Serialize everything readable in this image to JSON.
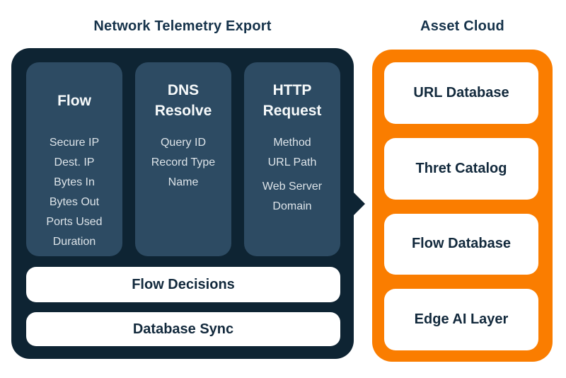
{
  "titles": {
    "left": "Network Telemetry Export",
    "right": "Asset Cloud"
  },
  "telemetry_panel": {
    "columns": [
      {
        "header": "Flow",
        "items": [
          "Secure IP",
          "Dest. IP",
          "Bytes In",
          "Bytes Out",
          "Ports Used",
          "Duration"
        ]
      },
      {
        "header": "DNS Resolve",
        "items": [
          "Query ID",
          "Record Type",
          "Name"
        ]
      },
      {
        "header": "HTTP Request",
        "items": [
          "Method",
          "URL Path",
          "Web Server Domain"
        ]
      }
    ],
    "bars": [
      "Flow Decisions",
      "Database Sync"
    ]
  },
  "cloud_panel": {
    "cards": [
      "URL Database",
      "Thret Catalog",
      "Flow Database",
      "Edge AI Layer"
    ]
  },
  "colors": {
    "panel_navy": "#0e2433",
    "column_slate": "#2d4b63",
    "accent_orange": "#fa7d00",
    "title_text": "#15324a",
    "item_text": "#dde4e9",
    "card_text": "#12293c",
    "white": "#ffffff"
  }
}
